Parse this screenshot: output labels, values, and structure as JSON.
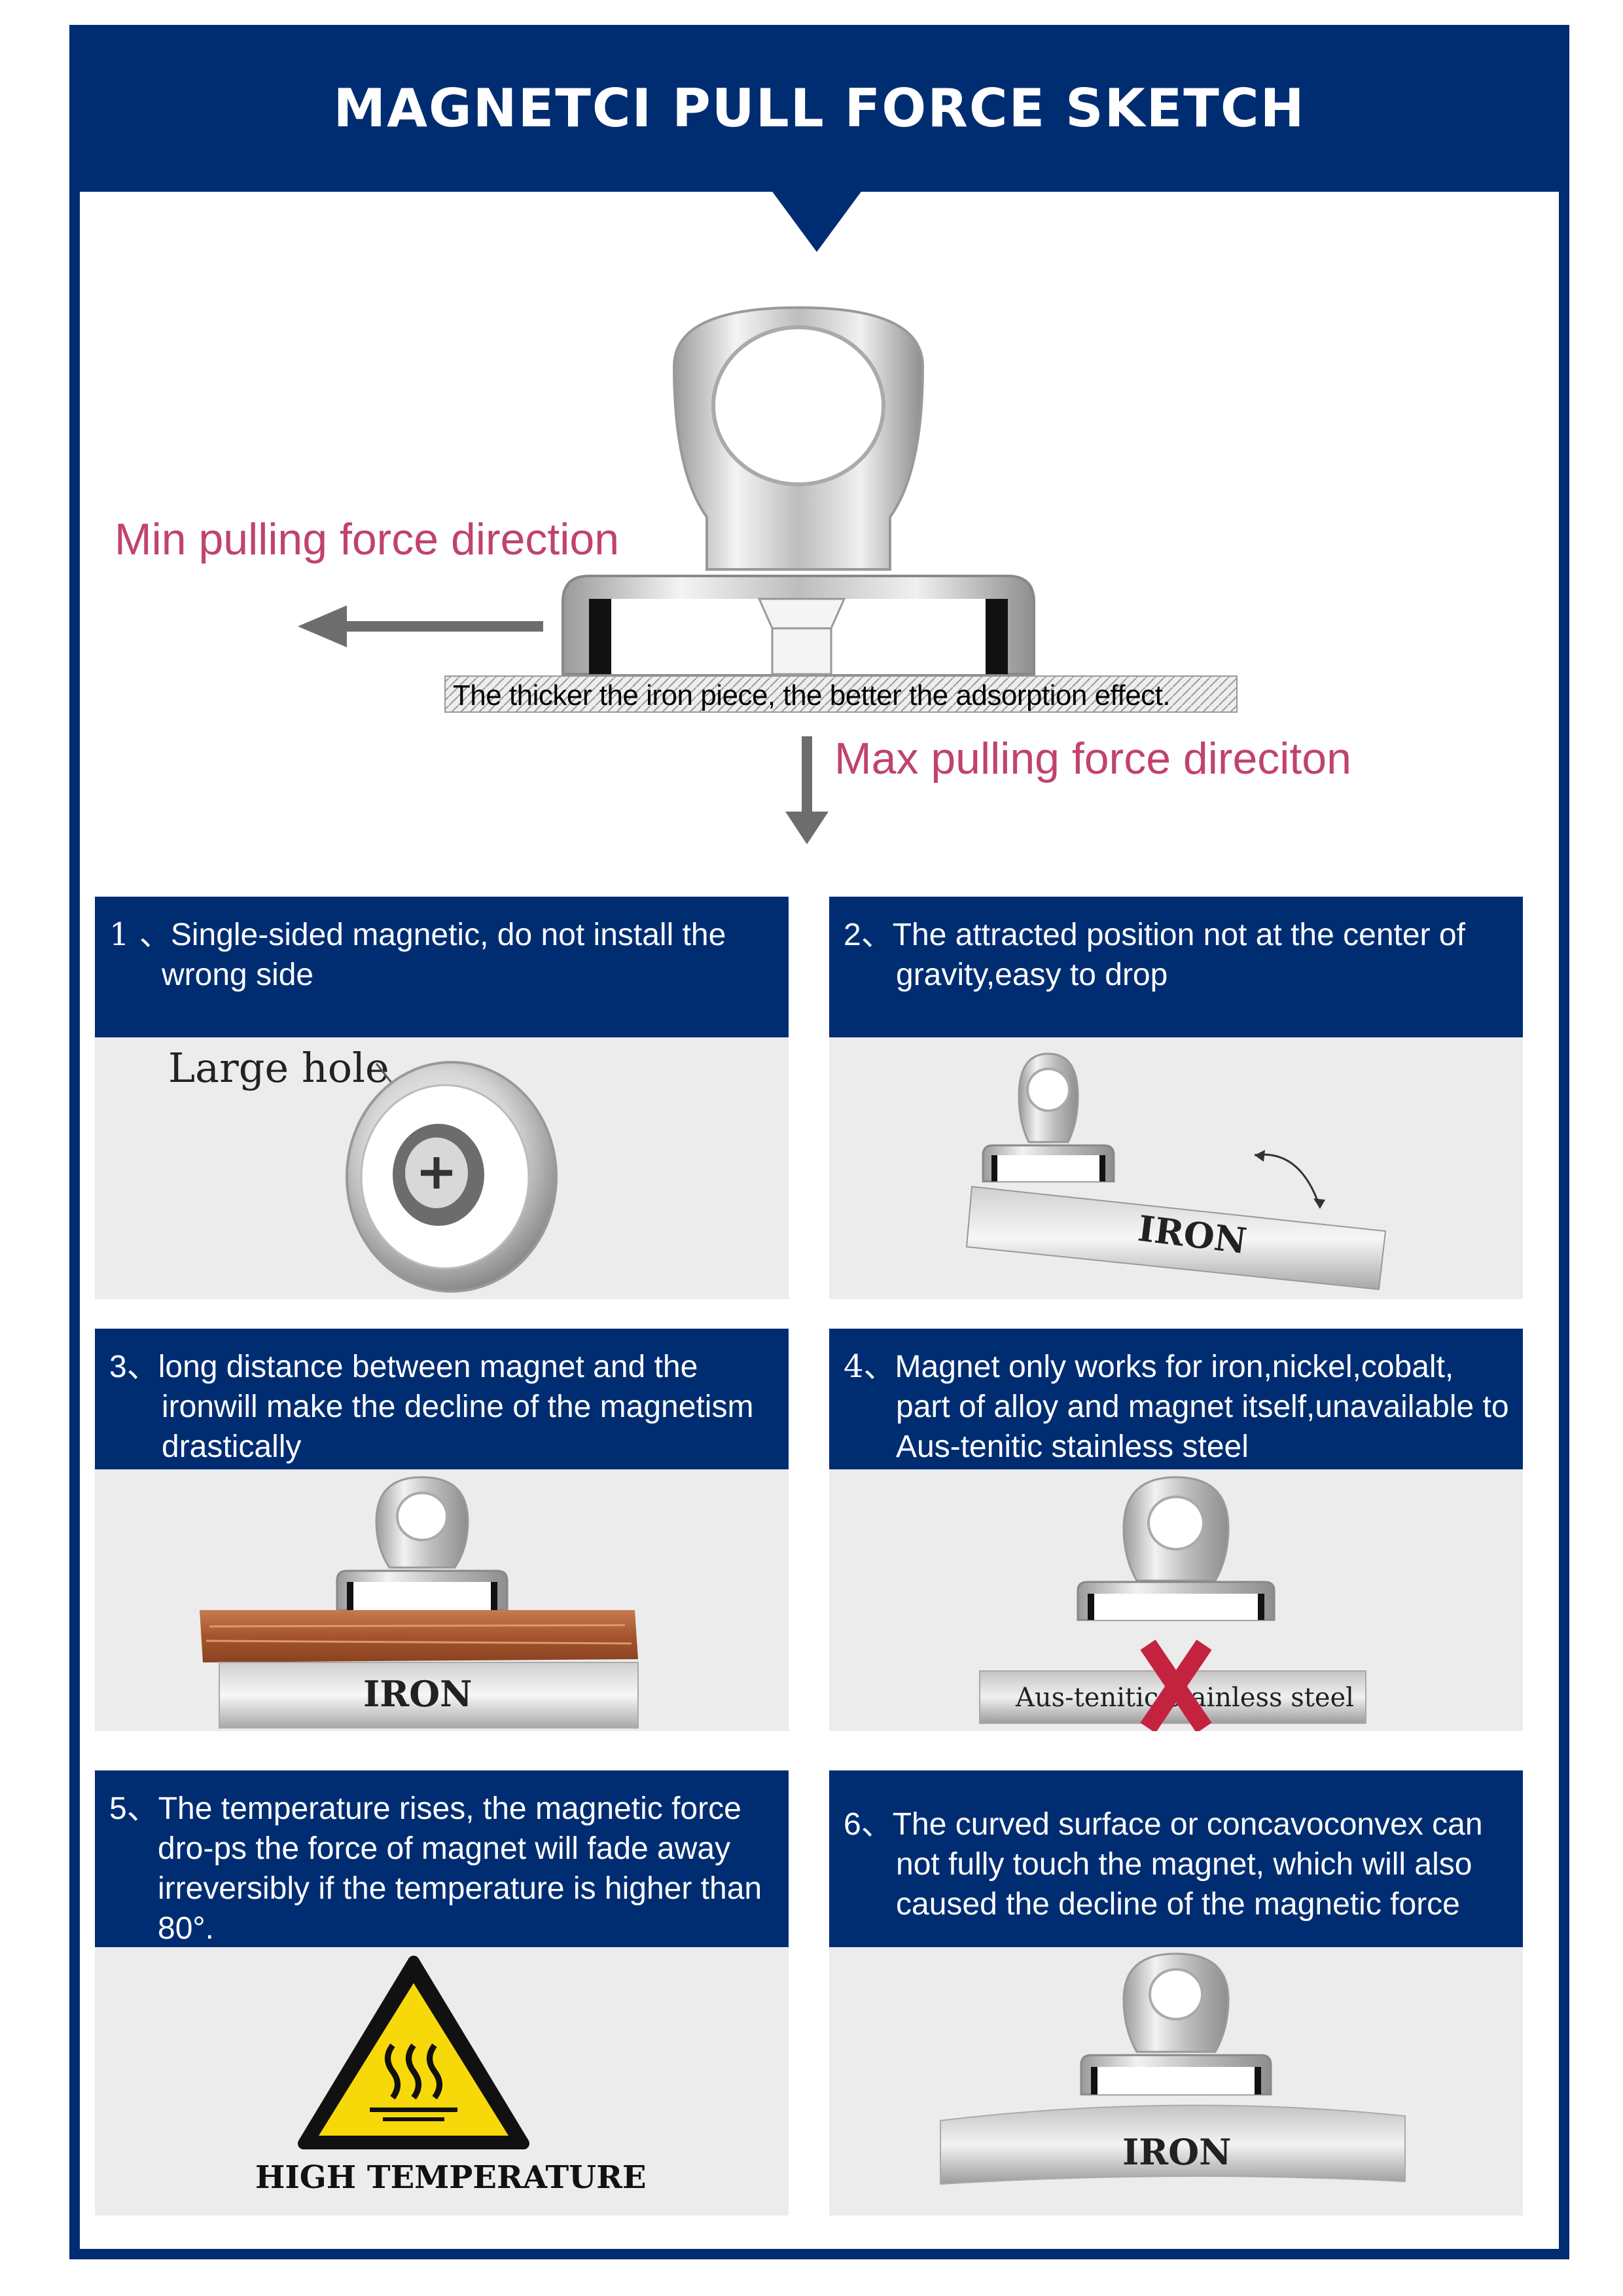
{
  "page": {
    "title": "MAGNETCI PULL FORCE SKETCH"
  },
  "sketch": {
    "min_label": "Min pulling force direction",
    "max_label": "Max pulling force direciton",
    "caption": "The thicker the iron piece, the better the adsorption effect."
  },
  "colors": {
    "navy": "#002d72",
    "label_pink": "#c0436c",
    "panel_gray": "#ececec",
    "cross_red": "#c4233f",
    "warning_yellow": "#f7d90a"
  },
  "panels": [
    {
      "num": "1 、",
      "text": "Single-sided magnetic, do not  install  the wrong side",
      "image_label": "Large hole"
    },
    {
      "num": "2、",
      "text": "The attracted position not at the center of gravity,easy to drop",
      "image_label": "IRON"
    },
    {
      "num": "3、",
      "text": "long distance between magnet and the ironwill make the decline of the magnetism drastically",
      "image_label": "IRON"
    },
    {
      "num": "4、",
      "text": "Magnet only works for iron,nickel,cobalt, part of alloy and magnet itself,unavailable to  Aus-tenitic stainless steel",
      "image_label": "Aus-tenitic stainless steel"
    },
    {
      "num": "5、",
      "text": "The temperature rises, the magnetic force dro-ps the force of magnet will fade away irreversibly if the temperature is higher than 80°.",
      "image_label": "HIGH TEMPERATURE"
    },
    {
      "num": "6、",
      "text": "The curved surface or concavoconvex can not fully touch the magnet, which will also caused the decline of the magnetic  force",
      "image_label": "IRON"
    }
  ]
}
